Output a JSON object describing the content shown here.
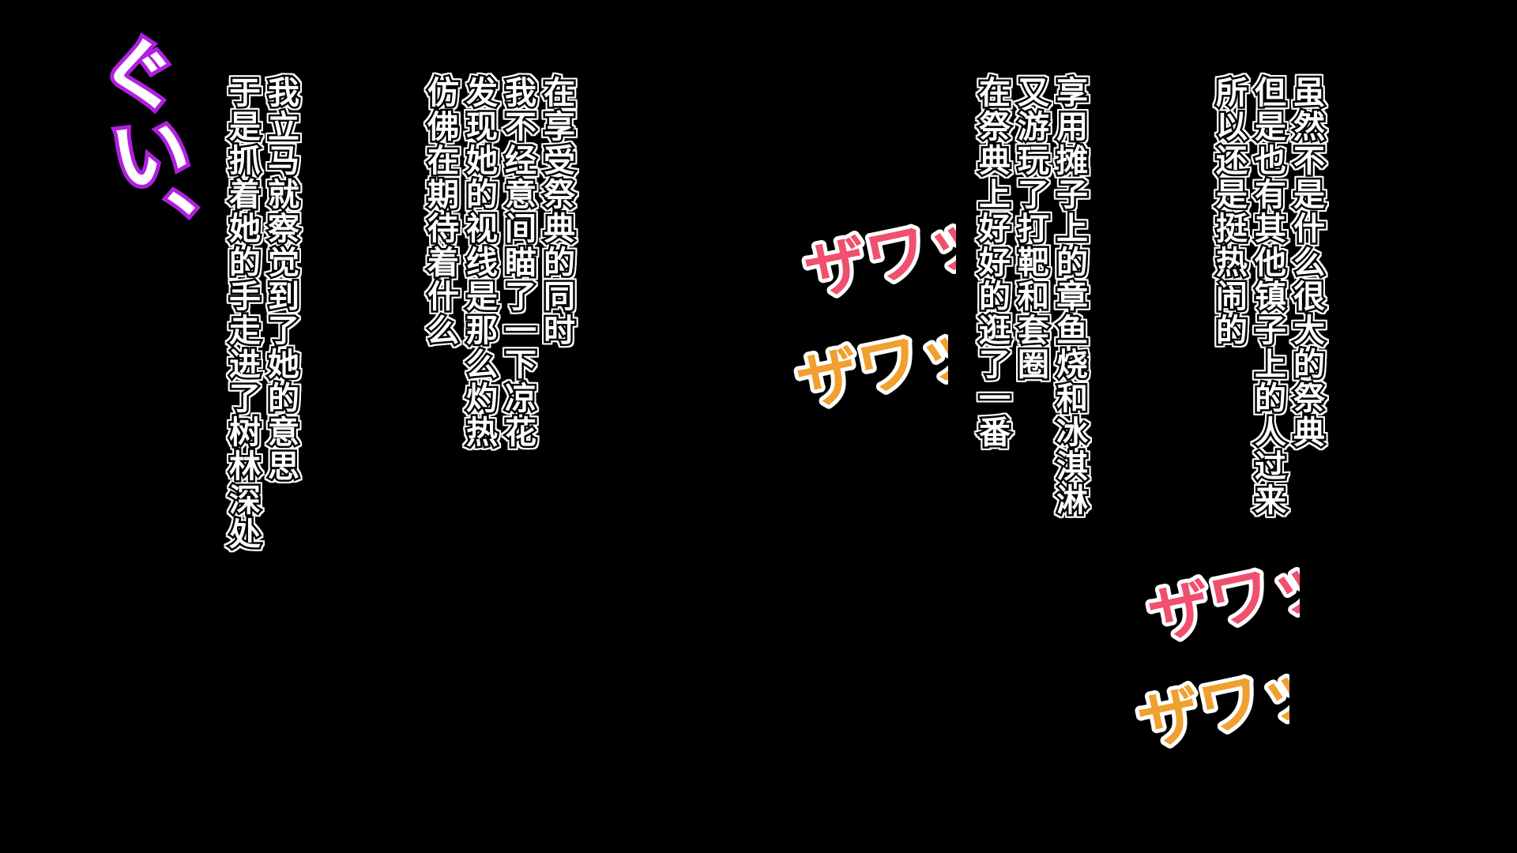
{
  "panel_1": {
    "lines": [
      "虽然不是什么很大的祭典",
      "但是也有其他镇子上的人过来",
      "所以还是挺热闹的"
    ]
  },
  "panel_2": {
    "lines": [
      "享用摊子上的章鱼烧和冰淇淋",
      "又游玩了打靶和套圈",
      "在祭典上好好的逛了一番"
    ]
  },
  "panel_3": {
    "lines": [
      "在享受祭典的同时",
      "我不经意间瞄了一下凉花",
      "发现她的视线是那么灼热",
      "仿佛在期待着什么"
    ]
  },
  "panel_4": {
    "lines": [
      "我立马就察觉到了她的意思",
      "于是抓着她的手走进了树林深处"
    ]
  },
  "sfx": {
    "crowd": "ザワッ",
    "pull": "ぐい、",
    "colors": {
      "pink": "#f0506e",
      "orange": "#f0a030",
      "purple": "#b020e0"
    }
  }
}
